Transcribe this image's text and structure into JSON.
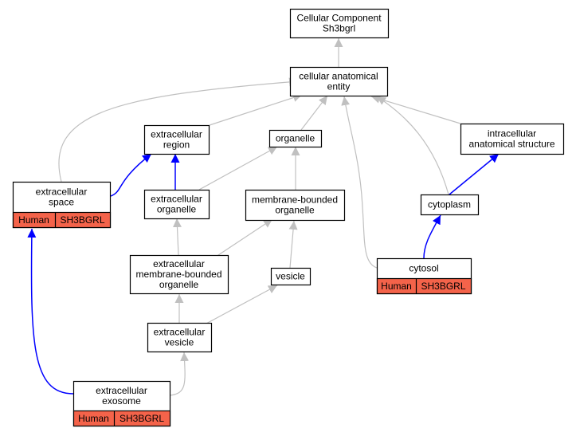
{
  "colors": {
    "node_fill": "#ffffff",
    "node_stroke": "#000000",
    "annotation_fill": "#f4634a",
    "edge_gray": "#c0c0c0",
    "edge_blue": "#0000ff"
  },
  "nodes": {
    "root": {
      "lines": [
        "Cellular Component",
        "Sh3bgrl"
      ]
    },
    "cae": {
      "lines": [
        "cellular anatomical",
        "entity"
      ]
    },
    "ecr": {
      "lines": [
        "extracellular",
        "region"
      ]
    },
    "organelle": {
      "lines": [
        "organelle"
      ]
    },
    "ias": {
      "lines": [
        "intracellular",
        "anatomical structure"
      ]
    },
    "ecs": {
      "lines": [
        "extracellular",
        "space"
      ],
      "annotation": [
        "Human",
        "SH3BGRL"
      ]
    },
    "eco": {
      "lines": [
        "extracellular",
        "organelle"
      ]
    },
    "mbo": {
      "lines": [
        "membrane-bounded",
        "organelle"
      ]
    },
    "cytoplasm": {
      "lines": [
        "cytoplasm"
      ]
    },
    "cytosol": {
      "lines": [
        "cytosol"
      ],
      "annotation": [
        "Human",
        "SH3BGRL"
      ]
    },
    "ecmbo": {
      "lines": [
        "extracellular",
        "membrane-bounded",
        "organelle"
      ]
    },
    "vesicle": {
      "lines": [
        "vesicle"
      ]
    },
    "ecv": {
      "lines": [
        "extracellular",
        "vesicle"
      ]
    },
    "exosome": {
      "lines": [
        "extracellular",
        "exosome"
      ],
      "annotation": [
        "Human",
        "SH3BGRL"
      ]
    }
  }
}
